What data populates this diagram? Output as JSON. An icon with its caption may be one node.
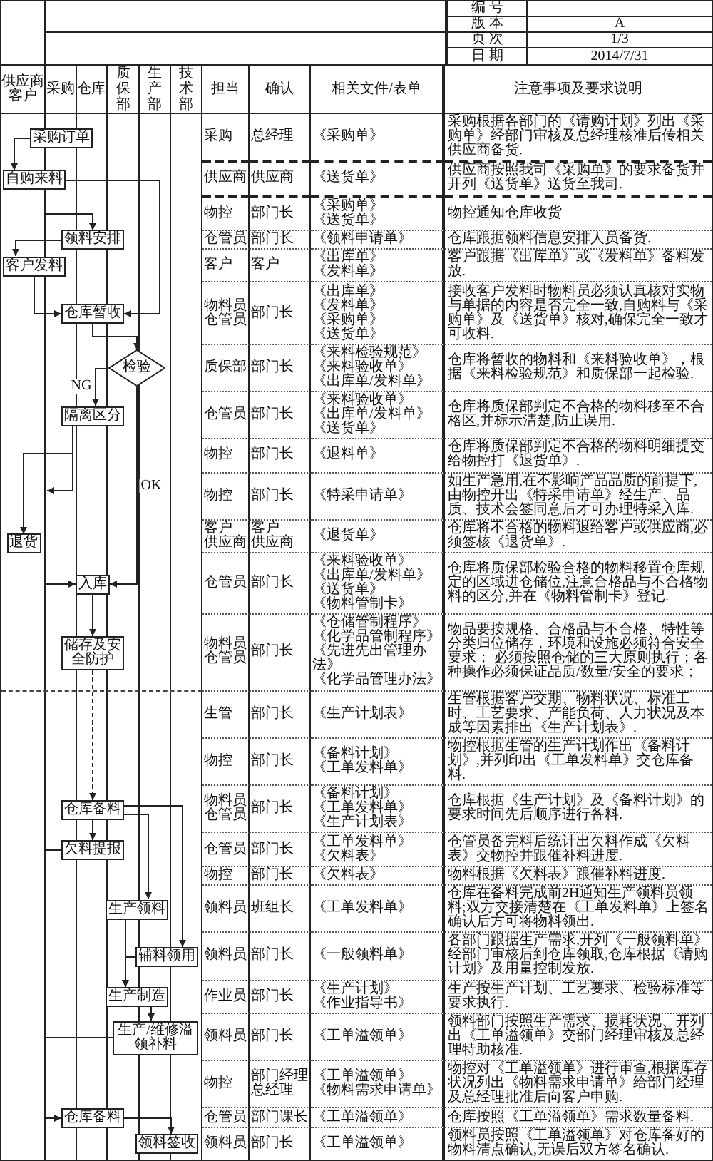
{
  "diagram": {
    "nodes": [
      {
        "text": [
          "采购订单"
        ]
      },
      {
        "text": [
          "自购来料"
        ]
      },
      {
        "text": [
          "领料安排"
        ]
      },
      {
        "text": [
          "客户发料"
        ]
      },
      {
        "text": [
          "仓库暂收"
        ]
      },
      {
        "text": [
          "检验"
        ]
      },
      {
        "text": [
          "隔离区分"
        ]
      },
      {
        "text": [
          "退货"
        ]
      },
      {
        "text": [
          "入库"
        ]
      },
      {
        "text": [
          "储存及安全防护"
        ]
      },
      {
        "text": [
          "仓库备料"
        ]
      },
      {
        "text": [
          "欠料提报"
        ]
      },
      {
        "text": [
          "生产领料"
        ]
      },
      {
        "text": [
          "辅料领用"
        ]
      },
      {
        "text": [
          "生产制造"
        ]
      },
      {
        "text": [
          "生产/维修溢领补料"
        ]
      },
      {
        "text": [
          "仓库备料"
        ]
      },
      {
        "text": [
          "领料签收"
        ]
      }
    ],
    "edges": [
      {
        "from": 0,
        "to": 1,
        "arrow": "to"
      },
      {
        "from": 1,
        "to": 4,
        "arrow": "to"
      },
      {
        "from": null,
        "to": 2,
        "arrow": "to"
      },
      {
        "from": 2,
        "to": 3,
        "arrow": "to"
      },
      {
        "from": 3,
        "to": 4,
        "arrow": "to"
      },
      {
        "from": 4,
        "to": 5,
        "arrow": "to"
      },
      {
        "from": 5,
        "to": 6,
        "arrow": "to",
        "label": "NG"
      },
      {
        "from": 5,
        "to": 8,
        "arrow": "to",
        "label": "OK"
      },
      {
        "from": 6,
        "to": 7,
        "arrow": "to"
      },
      {
        "from": 6,
        "to": null,
        "arrow": "to"
      },
      {
        "from": null,
        "to": 8,
        "arrow": "to"
      },
      {
        "from": 8,
        "to": 9,
        "arrow": "to"
      },
      {
        "from": 9,
        "to": 10,
        "arrow": "to",
        "style": "dashed"
      },
      {
        "from": 10,
        "to": 11,
        "arrow": "to"
      },
      {
        "from": 10,
        "to": 12,
        "arrow": "to"
      },
      {
        "from": 10,
        "to": 13,
        "arrow": "to"
      },
      {
        "from": 11,
        "to": null,
        "arrow": "none"
      },
      {
        "from": 12,
        "to": 14,
        "arrow": "to"
      },
      {
        "from": 13,
        "to": 14,
        "arrow": "to"
      },
      {
        "from": 14,
        "to": 15,
        "arrow": "to"
      },
      {
        "from": 15,
        "to": null,
        "arrow": "none"
      },
      {
        "from": null,
        "to": 16,
        "arrow": "to"
      },
      {
        "from": 16,
        "to": 17,
        "arrow": "to"
      }
    ],
    "labels": [
      "编 号",
      "版 本",
      "A",
      "页 次",
      "1/3",
      "日 期",
      "2014/7/31",
      "供应商客户",
      "采购",
      "仓库",
      "质保部",
      "生产部",
      "技术部",
      "担当",
      "确认",
      "相关文件/表单",
      "注意事项及要求说明",
      "采购",
      "总经理",
      "《采购单》",
      "采购根据各部门的《请购计划》列出《采购单》经部门审核及总经理核准后传相关供应商备货.",
      "供应商",
      "供应商",
      "《送货单》",
      "供应商按照我司《采购单》的要求备货并开列《送货单》送货至我司.",
      "物控",
      "部门长",
      "《采购单》",
      "《送货单》",
      "物控通知仓库收货",
      "仓管员",
      "部门长",
      "《领料申请单》",
      "仓库跟据领料信息安排人员备货.",
      "客户",
      "客户",
      "《出库单》",
      "《发料单》",
      "客户跟据《出库单》或《发料单》备料发放.",
      "物料员仓管员",
      "部门长",
      "《出库单》",
      "《发料单》",
      "《采购单》",
      "《送货单》",
      "接收客户发料时物料员必须认真核对实物与单据的内容是否完全一致,自购料与《采购单》及《送货单》核对,确保完全一致才可收料.",
      "质保部",
      "部门长",
      "《来料检验规范》",
      "《来料验收单》",
      "《出库单/发料单》",
      "仓库将暂收的物料和《来料验收单》，根据《来料检验规范》和质保部一起检验.",
      "仓管员",
      "部门长",
      "《来料验收单》",
      "《出库单/发料单》",
      "《送货单》",
      "仓库将质保部判定不合格的物料移至不合格区,并标示清楚,防止误用.",
      "物控",
      "部门长",
      "《退料单》",
      "仓库将质保部判定不合格的物料明细提交给物控打《退货单》.",
      "物控",
      "部门长",
      "《特采申请单》",
      "如生产急用,在不影响产品品质的前提下,由物控开出《特采申请单》经生产、品质、技术会签同意后才可办理特采入库.",
      "客户供应商",
      "客户供应商",
      "《退货单》",
      "仓库将不合格的物料退给客户或供应商,必须签核《退货单》.",
      "仓管员",
      "部门长",
      "《来料验收单》",
      "《出库单/发料单》",
      "《送货单》",
      "《物料管制卡》",
      "仓库将质保部检验合格的物料移置仓库规定的区域进仓储位,注意合格品与不合格物料的区分,并在《物料管制卡》登记.",
      "物料员仓管员",
      "部门长",
      "《仓储管制程序》",
      "《化学品管制程序》",
      "《先进先出管理办法》",
      "《化学品管理办法》",
      "物品要按规格、合格品与不合格、特性等分类归位储存，环境和设施必须符合安全要求； 必须按照仓储的三大原则执行；各种操作必须保证品质/数量/安全的要求；",
      "生管",
      "部门长",
      "《生产计划表》",
      "生管根据客户交期、物料状况、标准工时、工艺要求、产能负荷、人力状况及本成等因素排出《生产计划表》.",
      "物控",
      "部门长",
      "《备料计划》",
      "《工单发料单》",
      "物控根据生管的生产计划作出《备料计划》,并列印出《工单发料单》交仓库备料.",
      "物料员仓管员",
      "部门长",
      "《备料计划》",
      "《工单发料单》",
      "《生产计划表》",
      "仓库根据《生产计划》及《备料计划》的要求时间先后顺序进行备料.",
      "仓管员",
      "部门长",
      "《工单发料单》",
      "《欠料表》",
      "仓管员备完料后统计出欠料作成《欠料表》交物控并跟催补料进度.",
      "物控",
      "部门长",
      "《欠料表》",
      "物料根据《欠料表》跟催补料进度.",
      "领料员",
      "班组长",
      "《工单发料单》",
      "仓库在备料完成前2H通知生产领料员领料;双方交接清楚在《工单发料单》上签名确认后方可将物料领出.",
      "领料员",
      "部门长",
      "《一般领料单》",
      "各部门跟据生产需求,开列《一般领料单》经部门审核后到仓库领取,仓库根据《请购计划》及用量控制发放.",
      "作业员",
      "部门长",
      "《生产计划》",
      "《作业指导书》",
      "生产按生产计划、工艺要求、检验标准等要求执行.",
      "领料员",
      "部门长",
      "《工单溢领单》",
      "领料部门按照生产需求、损耗状况、开列出《工单溢领单》交部门经理审核及总经理特助核准.",
      "物控",
      "部门经理总经理",
      "《工单溢领单》",
      "《物料需求申请单》",
      "物控对《工单溢领单》进行审查,根据库存状况列出《物料需求申请单》给部门经理及总经理批准后向客户申购.",
      "仓管员",
      "部门课长",
      "《工单溢领单》",
      "仓库按照《工单溢领单》需求数量备料.",
      "领料员",
      "部门长",
      "《工单溢领单》",
      "领料员按照《工单溢领单》对仓库备好的物料清点确认,无误后双方签名确认."
    ]
  }
}
